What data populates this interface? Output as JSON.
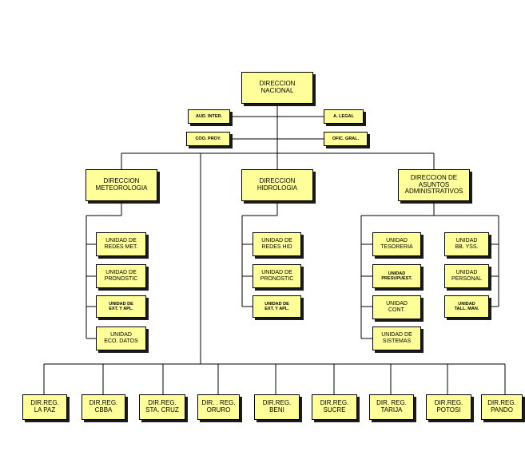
{
  "colors": {
    "box_fill": "#ffff99",
    "line": "#000000",
    "shadow": "#1a1a1a"
  },
  "top": {
    "direccion_nacional": "DIRECCION\nNACIONAL"
  },
  "staff": {
    "aud_inter": "AUD. INTER.",
    "a_legal": "A. LEGAL",
    "coo_proy": "COO. PROY.",
    "ofic_gral": "OFIC. GRAL."
  },
  "divisions": {
    "meteorologia": "DIRECCION\nMETEOROLOGIA",
    "hidrologia": "DIRECCION\nHIDROLOGIA",
    "asuntos": "DIRECCION DE\nASUNTOS\nADMINISTRATIVOS"
  },
  "met_units": [
    "UNIDAD DE\nREDES MET.",
    "UNIDAD DE\nPRONOSTIC",
    "UNIDAD DE\nEXT. Y APL.",
    "UNIDAD\nECO. DATOS"
  ],
  "hid_units": [
    "UNIDAD DE\nREDES HID",
    "UNIDAD DE\nPRONOSTIC",
    "UNIDAD DE\nEXT. Y APL."
  ],
  "adm_units_left": [
    "UNIDAD\nTESORERIA",
    "UNIDAD\nPRESUPUEST.",
    "UNIDAD\nCONT.",
    "UNIDAD DE\nSISTEMAS"
  ],
  "adm_units_right": [
    "UNIDAD\nBB. YSS.",
    "UNIDAD\nPERSONAL",
    "UNIDAD\nTALL. MAN."
  ],
  "regionals": [
    "DIR.REG.\nLA PAZ",
    "DIR.REG.\nCBBA",
    "DIR.REG.\nSTA. CRUZ",
    "DIR. . REG.\nORURO",
    "DIR.REG.\nBENI",
    "DIR.REG.\nSUCRE",
    "DIR. REG.\nTARIJA",
    "DIR.REG.\nPOTOSI",
    "DIR.REG.\nPANDO"
  ]
}
